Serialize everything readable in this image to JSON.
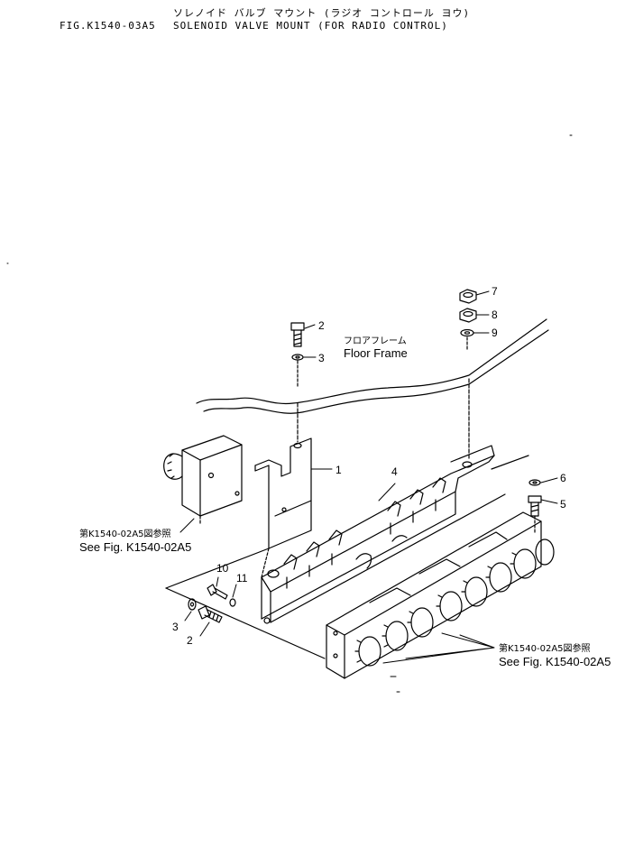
{
  "header": {
    "jp_title": "ソレノイド バルブ マウント (ラジオ コントロール ヨウ)",
    "fig_id": "FIG.K1540-03A5",
    "en_title": "SOLENOID VALVE MOUNT (FOR RADIO CONTROL)"
  },
  "labels": {
    "floor_frame_jp": "フロアフレーム",
    "floor_frame_en": "Floor Frame",
    "ref_left_jp": "第K1540-02A5図参照",
    "ref_left_en": "See Fig. K1540-02A5",
    "ref_right_jp": "第K1540-02A5図参照",
    "ref_right_en": "See Fig. K1540-02A5"
  },
  "callouts": {
    "c1": "1",
    "c2a": "2",
    "c2b": "2",
    "c3a": "3",
    "c3b": "3",
    "c4": "4",
    "c5": "5",
    "c6": "6",
    "c7": "7",
    "c8": "8",
    "c9": "9",
    "c10": "10",
    "c11": "11"
  }
}
